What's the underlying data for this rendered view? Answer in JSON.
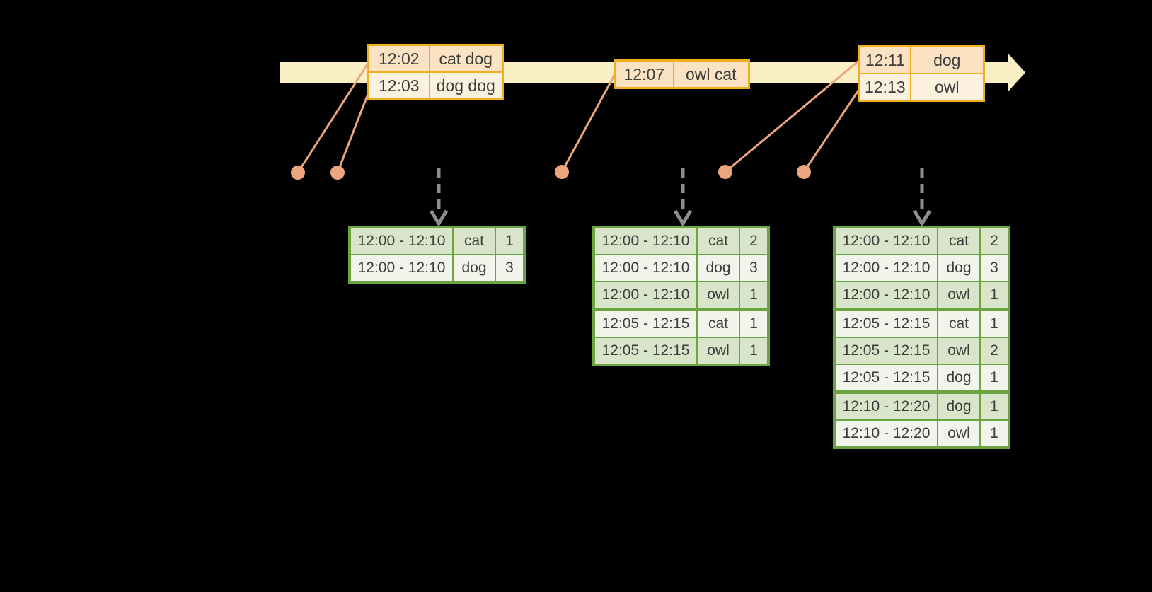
{
  "colors": {
    "bg": "#000000",
    "cream": "#FBEFC6",
    "gold": "#EFAF1E",
    "peach": "#FAE2C2",
    "peach_light": "#FCF1DF",
    "salmon": "#EDA57D",
    "arrow_gray": "#8E8E8E",
    "green": "#6CA53F",
    "sage": "#D9E5CB",
    "sage_light": "#F0F4EB",
    "ink": "#3C3C3C"
  },
  "icons": {
    "event_time_arrow": "right-pointing cream timeline arrow",
    "event_dot": "salmon filled circle marking an event on the timeline",
    "event_connector_line": "salmon line linking an event dot to its record row",
    "trigger_arrow": "gray dashed downward arrow pointing at a result table"
  },
  "timeline": {
    "event_tables": [
      {
        "rows": [
          {
            "time": "12:02",
            "words": "cat dog"
          },
          {
            "time": "12:03",
            "words": "dog dog"
          }
        ]
      },
      {
        "rows": [
          {
            "time": "12:07",
            "words": "owl cat"
          }
        ]
      },
      {
        "rows": [
          {
            "time": "12:11",
            "words": "dog"
          },
          {
            "time": "12:13",
            "words": "owl"
          }
        ]
      }
    ]
  },
  "result_tables": [
    {
      "rows": [
        {
          "window": "12:00 - 12:10",
          "word": "cat",
          "count": "1"
        },
        {
          "window": "12:00 - 12:10",
          "word": "dog",
          "count": "3"
        }
      ]
    },
    {
      "rows": [
        {
          "window": "12:00 - 12:10",
          "word": "cat",
          "count": "2"
        },
        {
          "window": "12:00 - 12:10",
          "word": "dog",
          "count": "3"
        },
        {
          "window": "12:00 - 12:10",
          "word": "owl",
          "count": "1"
        },
        {
          "window": "12:05 - 12:15",
          "word": "cat",
          "count": "1"
        },
        {
          "window": "12:05 - 12:15",
          "word": "owl",
          "count": "1"
        }
      ]
    },
    {
      "rows": [
        {
          "window": "12:00 - 12:10",
          "word": "cat",
          "count": "2"
        },
        {
          "window": "12:00 - 12:10",
          "word": "dog",
          "count": "3"
        },
        {
          "window": "12:00 - 12:10",
          "word": "owl",
          "count": "1"
        },
        {
          "window": "12:05 - 12:15",
          "word": "cat",
          "count": "1"
        },
        {
          "window": "12:05 - 12:15",
          "word": "owl",
          "count": "2"
        },
        {
          "window": "12:05 - 12:15",
          "word": "dog",
          "count": "1"
        },
        {
          "window": "12:10 - 12:20",
          "word": "dog",
          "count": "1"
        },
        {
          "window": "12:10 - 12:20",
          "word": "owl",
          "count": "1"
        }
      ]
    }
  ]
}
